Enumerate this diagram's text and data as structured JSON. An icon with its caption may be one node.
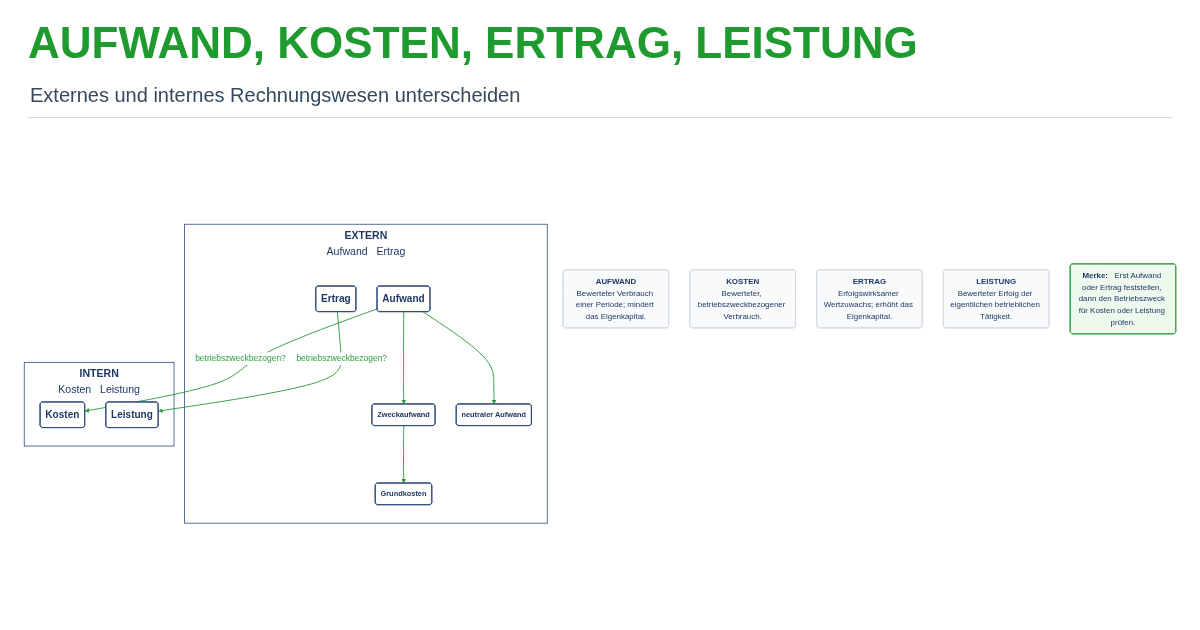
{
  "diagram": {
    "title": "AUFWAND, KOSTEN, ERTRAG, LEISTUNG",
    "nodes": [
      {
        "text": [
          "EXTERN",
          "Aufwand",
          "Ertrag"
        ]
      },
      {
        "text": [
          "Aufwand"
        ],
        "in": 0
      },
      {
        "text": [
          "Zweckaufwand"
        ],
        "in": 0
      },
      {
        "text": [
          "neutraler Aufwand"
        ],
        "in": 0
      },
      {
        "text": [
          "Grundkosten"
        ],
        "in": 0
      },
      {
        "text": [
          "Ertrag"
        ],
        "in": 0
      },
      {
        "text": [
          "INTERN",
          "Kosten",
          "Leistung"
        ]
      },
      {
        "text": [
          "Kosten"
        ],
        "in": 6
      },
      {
        "text": [
          "Leistung"
        ],
        "in": 6
      },
      {
        "text": [
          "AUFWAND",
          "Bewerteter Verbrauch einer Periode; mindert das Eigenkapital."
        ]
      },
      {
        "text": [
          "KOSTEN",
          "Bewerteter, betriebszweckbezogener Verbrauch."
        ]
      },
      {
        "text": [
          "ERTRAG",
          "Erfolgswirksamer Wertzuwachs; erhöht das Eigenkapital."
        ]
      },
      {
        "text": [
          "LEISTUNG",
          "Bewerteter Erfolg der eigentlichen betrieblichen Tätigkeit."
        ]
      },
      {
        "text": [
          "Merke:",
          "Erst Aufwand oder Ertrag feststellen, dann den Betriebszweck für Kosten oder Leistung prüfen."
        ]
      }
    ],
    "edges": [
      {
        "from": 1,
        "to": 7,
        "label": "betriebszweckbezogen?",
        "arrow": "to"
      },
      {
        "from": 1,
        "to": 2,
        "arrow": "to"
      },
      {
        "from": 1,
        "to": 3,
        "arrow": "to"
      },
      {
        "from": 2,
        "to": 4,
        "arrow": "to"
      },
      {
        "from": 5,
        "to": 8,
        "label": "betriebszweckbezogen?",
        "arrow": "to"
      }
    ],
    "labels": [
      "Externes und internes Rechnungswesen unterscheiden"
    ]
  }
}
